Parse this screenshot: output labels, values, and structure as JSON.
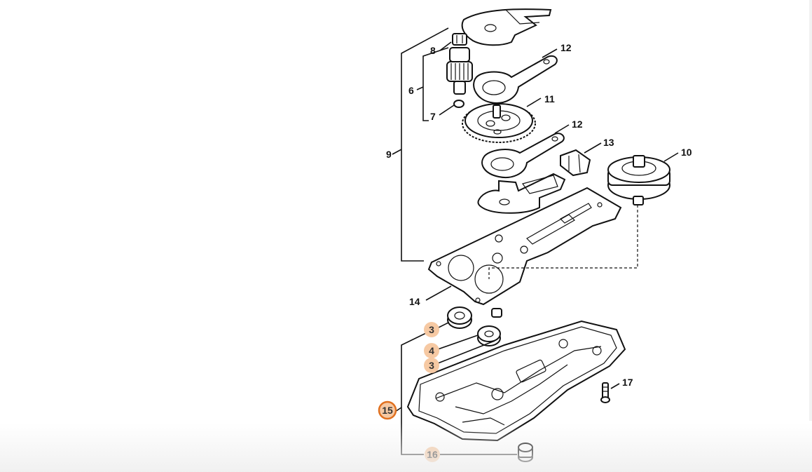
{
  "callouts": [
    {
      "id": "p8",
      "text": "8",
      "highlight": "none"
    },
    {
      "id": "p12a",
      "text": "12",
      "highlight": "none"
    },
    {
      "id": "p6",
      "text": "6",
      "highlight": "none"
    },
    {
      "id": "p11",
      "text": "11",
      "highlight": "none"
    },
    {
      "id": "p7",
      "text": "7",
      "highlight": "none"
    },
    {
      "id": "p12b",
      "text": "12",
      "highlight": "none"
    },
    {
      "id": "p9",
      "text": "9",
      "highlight": "none"
    },
    {
      "id": "p13",
      "text": "13",
      "highlight": "none"
    },
    {
      "id": "p10",
      "text": "10",
      "highlight": "none"
    },
    {
      "id": "p14",
      "text": "14",
      "highlight": "none"
    },
    {
      "id": "p3a",
      "text": "3",
      "highlight": "soft"
    },
    {
      "id": "p4",
      "text": "4",
      "highlight": "soft"
    },
    {
      "id": "p3b",
      "text": "3",
      "highlight": "soft"
    },
    {
      "id": "p17",
      "text": "17",
      "highlight": "none"
    },
    {
      "id": "p15",
      "text": "15",
      "highlight": "selected"
    },
    {
      "id": "p16",
      "text": "16",
      "highlight": "soft"
    }
  ],
  "colors": {
    "line": "#111111",
    "soft_highlight": "#f6c9a3",
    "selected_ring": "#e0701f",
    "selected_fill": "#f6c9a3"
  }
}
